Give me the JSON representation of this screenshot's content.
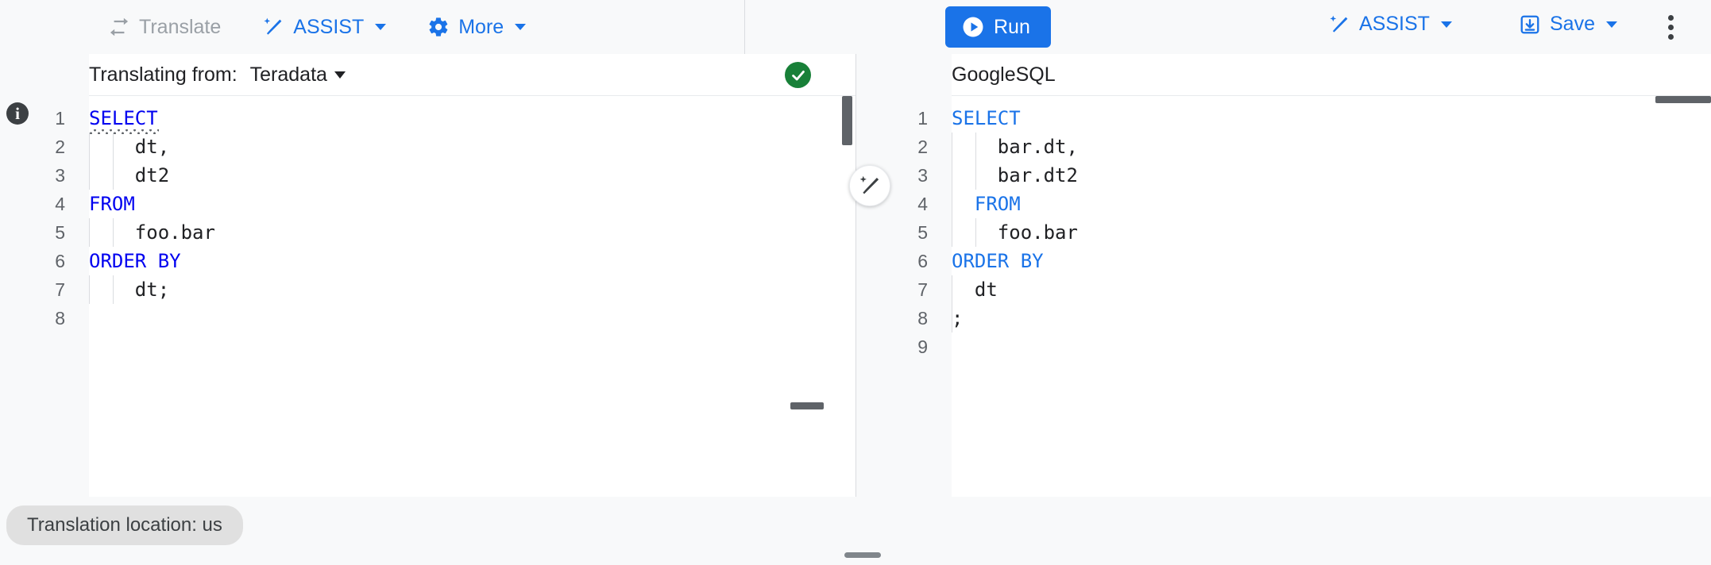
{
  "toolbar": {
    "left": [
      {
        "name": "translate",
        "label": "Translate",
        "icon": "swap-arrows-icon",
        "disabled": true,
        "caret": false
      },
      {
        "name": "assist",
        "label": "ASSIST",
        "icon": "magic-wand-icon",
        "disabled": false,
        "caret": true
      },
      {
        "name": "more",
        "label": "More",
        "icon": "gear-icon",
        "disabled": false,
        "caret": true
      }
    ],
    "right": {
      "run_label": "Run",
      "run_icon": "play-circle-icon",
      "assist_label": "ASSIST",
      "assist_icon": "magic-wand-icon",
      "save_label": "Save",
      "save_icon": "save-icon",
      "overflow_icon": "more-vert-icon"
    },
    "accent_color": "#1a73e8",
    "disabled_color": "#9aa0a6"
  },
  "left_pane": {
    "header": {
      "label": "Translating from:",
      "dialect": "Teradata",
      "status_icon": "check-circle-icon",
      "status_color": "#188038"
    },
    "gutter_icon": "info-icon",
    "lines": [
      {
        "no": "1",
        "tokens": [
          {
            "t": "SELECT",
            "c": "kw-dark"
          }
        ],
        "indent": 0,
        "squiggle": true
      },
      {
        "no": "2",
        "tokens": [
          {
            "t": "    dt,",
            "c": "plain"
          }
        ],
        "indent": 2,
        "squiggle": false
      },
      {
        "no": "3",
        "tokens": [
          {
            "t": "    dt2",
            "c": "plain"
          }
        ],
        "indent": 2,
        "squiggle": false
      },
      {
        "no": "4",
        "tokens": [
          {
            "t": "FROM",
            "c": "kw-dark"
          }
        ],
        "indent": 0,
        "squiggle": false
      },
      {
        "no": "5",
        "tokens": [
          {
            "t": "    foo.bar",
            "c": "plain"
          }
        ],
        "indent": 2,
        "squiggle": false
      },
      {
        "no": "6",
        "tokens": [
          {
            "t": "ORDER BY",
            "c": "kw-dark"
          }
        ],
        "indent": 0,
        "squiggle": false
      },
      {
        "no": "7",
        "tokens": [
          {
            "t": "    dt;",
            "c": "plain"
          }
        ],
        "indent": 2,
        "squiggle": false
      },
      {
        "no": "8",
        "tokens": [],
        "indent": 0,
        "squiggle": false
      }
    ]
  },
  "right_pane": {
    "header": {
      "dialect": "GoogleSQL"
    },
    "assist_fab_icon": "magic-wand-icon",
    "lines": [
      {
        "no": "1",
        "tokens": [
          {
            "t": "SELECT",
            "c": "kw-lite"
          }
        ],
        "indent": 0
      },
      {
        "no": "2",
        "tokens": [
          {
            "t": "    bar.dt,",
            "c": "plain"
          }
        ],
        "indent": 2
      },
      {
        "no": "3",
        "tokens": [
          {
            "t": "    bar.dt2",
            "c": "plain"
          }
        ],
        "indent": 2
      },
      {
        "no": "4",
        "tokens": [
          {
            "t": "  FROM",
            "c": "kw-lite"
          }
        ],
        "indent": 1
      },
      {
        "no": "5",
        "tokens": [
          {
            "t": "    foo.bar",
            "c": "plain"
          }
        ],
        "indent": 2
      },
      {
        "no": "6",
        "tokens": [
          {
            "t": "ORDER BY",
            "c": "kw-lite"
          }
        ],
        "indent": 0
      },
      {
        "no": "7",
        "tokens": [
          {
            "t": "  dt",
            "c": "plain"
          }
        ],
        "indent": 1
      },
      {
        "no": "8",
        "tokens": [
          {
            "t": ";",
            "c": "plain"
          }
        ],
        "indent": 1
      },
      {
        "no": "9",
        "tokens": [],
        "indent": 0
      }
    ]
  },
  "bottom": {
    "location_chip": "Translation location: us",
    "drag_handle": "resize-handle"
  }
}
